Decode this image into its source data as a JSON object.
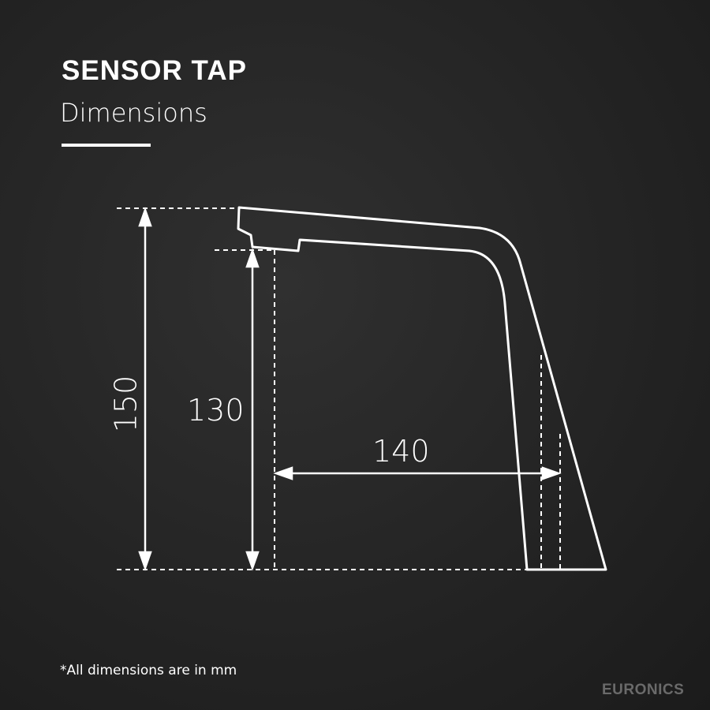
{
  "header": {
    "title": "SENSOR TAP",
    "subtitle": "Dimensions"
  },
  "dimensions": {
    "height_total": "150",
    "height_spout": "130",
    "reach": "140"
  },
  "footnote": "*All dimensions are in mm",
  "brand": {
    "logo_text": "EURONICS"
  }
}
